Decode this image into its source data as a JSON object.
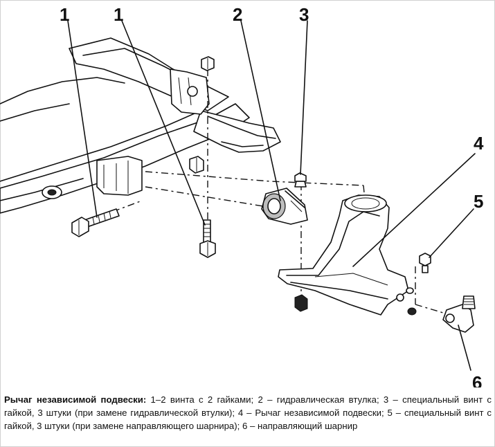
{
  "callouts": [
    "1",
    "1",
    "2",
    "3",
    "4",
    "5",
    "6"
  ],
  "caption": {
    "title": "Рычаг независимой подвески:",
    "text": " 1–2 винта с 2 гайками; 2 – гидравлическая втулка; 3 – специальный винт с гайкой, 3 штуки (при замене гидравлической втулки); 4 – Рычаг независимой подвески; 5 – специальный винт с гайкой, 3 штуки (при замене направляющего шарнира); 6 – направляющий шарнир"
  }
}
